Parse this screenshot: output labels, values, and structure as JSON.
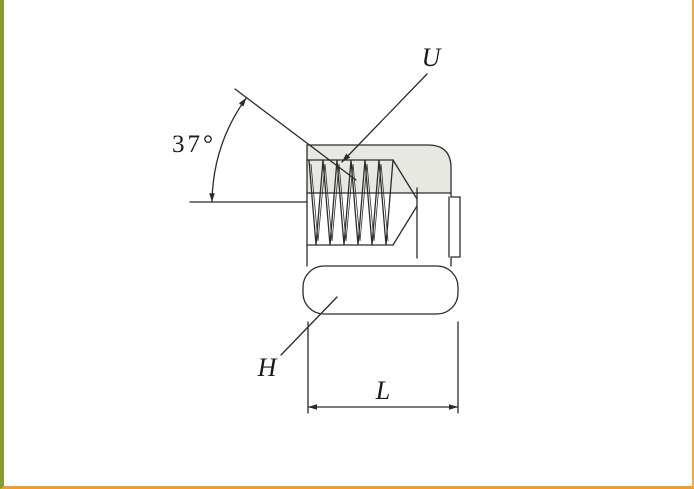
{
  "figure": {
    "labels": {
      "angle": "37°",
      "thread": "U",
      "hex": "H",
      "length": "L"
    },
    "colors": {
      "line": "#2b2b2b",
      "section_shade": "#e8e8e3",
      "frame_left": "#8a9a33",
      "frame_bottom": "#f59a23",
      "frame_right": "#f5a947"
    }
  }
}
